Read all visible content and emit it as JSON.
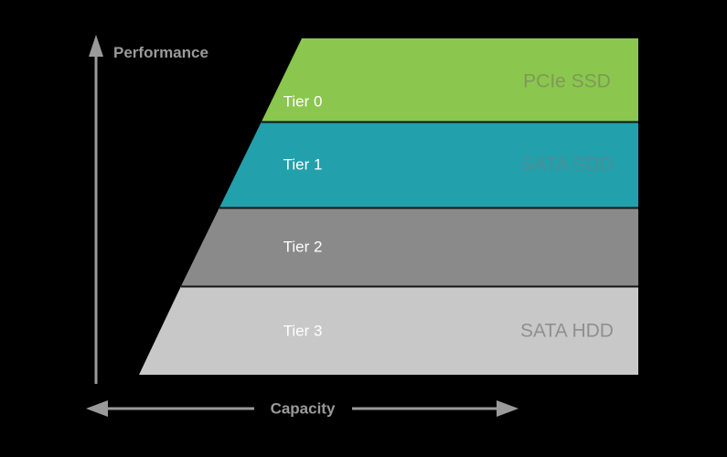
{
  "diagram": {
    "title_performance": "Performance",
    "title_capacity": "Capacity",
    "background_color": "#000000",
    "axis_color": "#9a9a9a",
    "separator_color": "#141414",
    "tiers": [
      {
        "tier_label": "Tier 0",
        "device_label": "PCIe SSD",
        "color": "#8bc64f",
        "device_label_color": "#7d9a55"
      },
      {
        "tier_label": "Tier 1",
        "device_label": "SATA SDD",
        "color": "#22a0ac",
        "device_label_color": "#4c8e95"
      },
      {
        "tier_label": "Tier 2",
        "device_label": "",
        "color": "#8a8a8a",
        "device_label_color": "#6f6f6f"
      },
      {
        "tier_label": "Tier 3",
        "device_label": "SATA HDD",
        "color": "#c8c8c8",
        "device_label_color": "#8f8f8f"
      }
    ]
  }
}
